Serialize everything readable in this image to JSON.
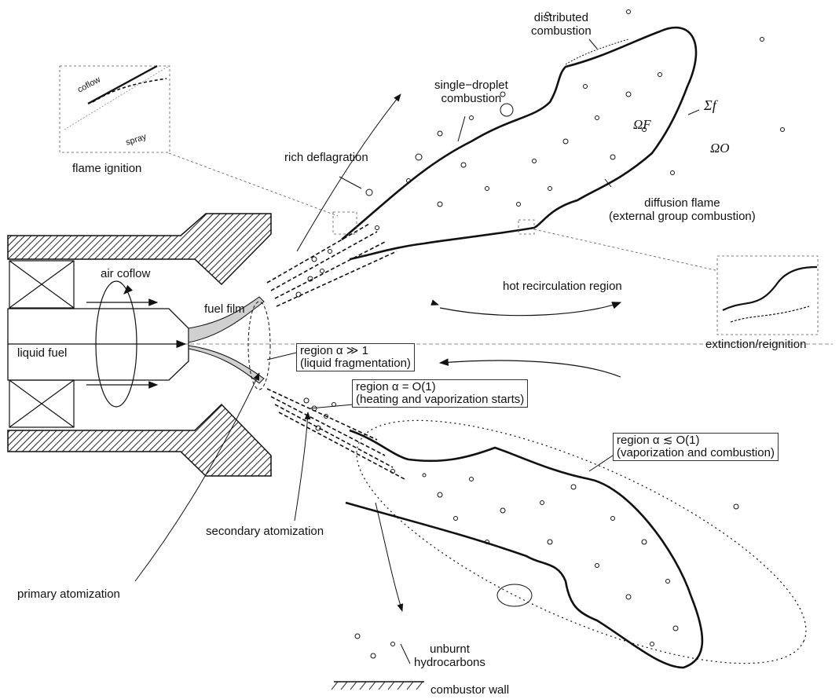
{
  "labels": {
    "distributed_combustion": "distributed\ncombustion",
    "single_droplet": "single−droplet\ncombustion",
    "rich_deflagration": "rich deflagration",
    "flame_ignition": "flame ignition",
    "coflow": "coflow",
    "spray": "spray",
    "omega_f": "ΩF",
    "omega_o": "ΩO",
    "sigma_f": "Σf",
    "diffusion_flame": "diffusion flame\n(external group combustion)",
    "hot_recirculation": "hot recirculation region",
    "extinction_reignition": "extinction/reignition",
    "air_coflow": "air coflow",
    "fuel_film": "fuel film",
    "liquid_fuel": "liquid fuel",
    "region1_title": "region  α ≫ 1",
    "region1_desc": "(liquid fragmentation)",
    "region2_title": "region  α = O(1)",
    "region2_desc": "(heating and vaporization starts)",
    "region3_title": "region  α ≲ O(1)",
    "region3_desc": "(vaporization and combustion)",
    "secondary_atomization": "secondary atomization",
    "primary_atomization": "primary atomization",
    "unburnt_hydrocarbons": "unburnt\nhydrocarbons",
    "combustor_wall": "combustor wall"
  },
  "colors": {
    "ink": "#111111",
    "film": "#d0d0d0",
    "hatch": "#333333"
  },
  "icons": [
    "swirler-cross-icon",
    "droplet-icon",
    "flame-front-icon"
  ]
}
